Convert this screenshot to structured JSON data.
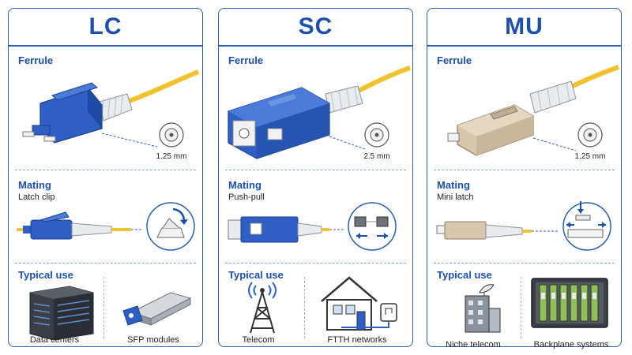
{
  "cards": [
    {
      "title": "LC",
      "ferrule_label": "Ferrule",
      "ferrule_size": "1.25 mm",
      "mating_label": "Mating",
      "mating_type": "Latch clip",
      "use_label": "Typical use",
      "uses": [
        "Data centers",
        "SFP modules"
      ],
      "color": "#2f5fc4"
    },
    {
      "title": "SC",
      "ferrule_label": "Ferrule",
      "ferrule_size": "2.5 mm",
      "mating_label": "Mating",
      "mating_type": "Push-pull",
      "use_label": "Typical use",
      "uses": [
        "Telecom",
        "FTTH networks"
      ],
      "color": "#2f5fc4"
    },
    {
      "title": "MU",
      "ferrule_label": "Ferrule",
      "ferrule_size": "1.25 mm",
      "mating_label": "Mating",
      "mating_type": "Mini latch",
      "use_label": "Typical use",
      "uses": [
        "Niche telecom",
        "Backplane systems"
      ],
      "color": "#d9c7ad"
    }
  ],
  "colors": {
    "accent": "#1d4fae",
    "border": "#2a5fb8",
    "cable": "#f2c12e",
    "boot": "#e9ecef"
  }
}
